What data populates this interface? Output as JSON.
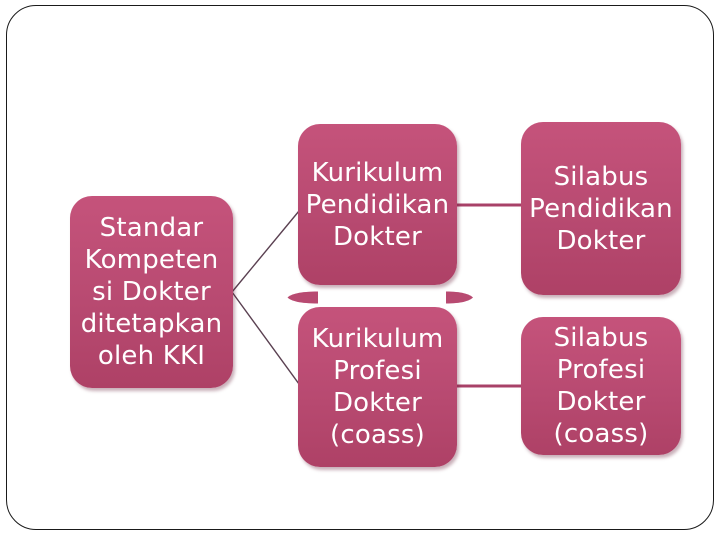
{
  "slide": {
    "background_color": "#ffffff",
    "frame_border_color": "#1a1a1a"
  },
  "colors": {
    "node_fill": "#b84a71",
    "node_fill_top": "#c5537b",
    "node_fill_bottom": "#ae4166",
    "node_text": "#ffffff",
    "bracket_line": "#5a4051",
    "link_line": "#a84168"
  },
  "diagram": {
    "nodes": [
      {
        "id": "standar-kompetensi-dokter",
        "text": "Standar\nKompeten\nsi Dokter\nditetapkan\noleh KKI"
      },
      {
        "id": "kurikulum-pendidikan-dokter",
        "text": "Kurikulum\nPendidikan\nDokter"
      },
      {
        "id": "kurikulum-profesi-dokter",
        "text": "Kurikulum\nProfesi\nDokter\n(coass)"
      },
      {
        "id": "silabus-pendidikan-dokter",
        "text": "Silabus\nPendidikan\nDokter"
      },
      {
        "id": "silabus-profesi-dokter",
        "text": "Silabus\nProfesi\nDokter\n(coass)"
      }
    ],
    "edges": [
      {
        "from": "standar-kompetensi-dokter",
        "to": "kurikulum-pendidikan-dokter",
        "style": "thin-bracket"
      },
      {
        "from": "standar-kompetensi-dokter",
        "to": "kurikulum-profesi-dokter",
        "style": "thin-bracket"
      },
      {
        "from": "kurikulum-pendidikan-dokter",
        "to": "silabus-pendidikan-dokter",
        "style": "thick-line"
      },
      {
        "from": "kurikulum-profesi-dokter",
        "to": "silabus-profesi-dokter",
        "style": "thick-line"
      }
    ]
  }
}
